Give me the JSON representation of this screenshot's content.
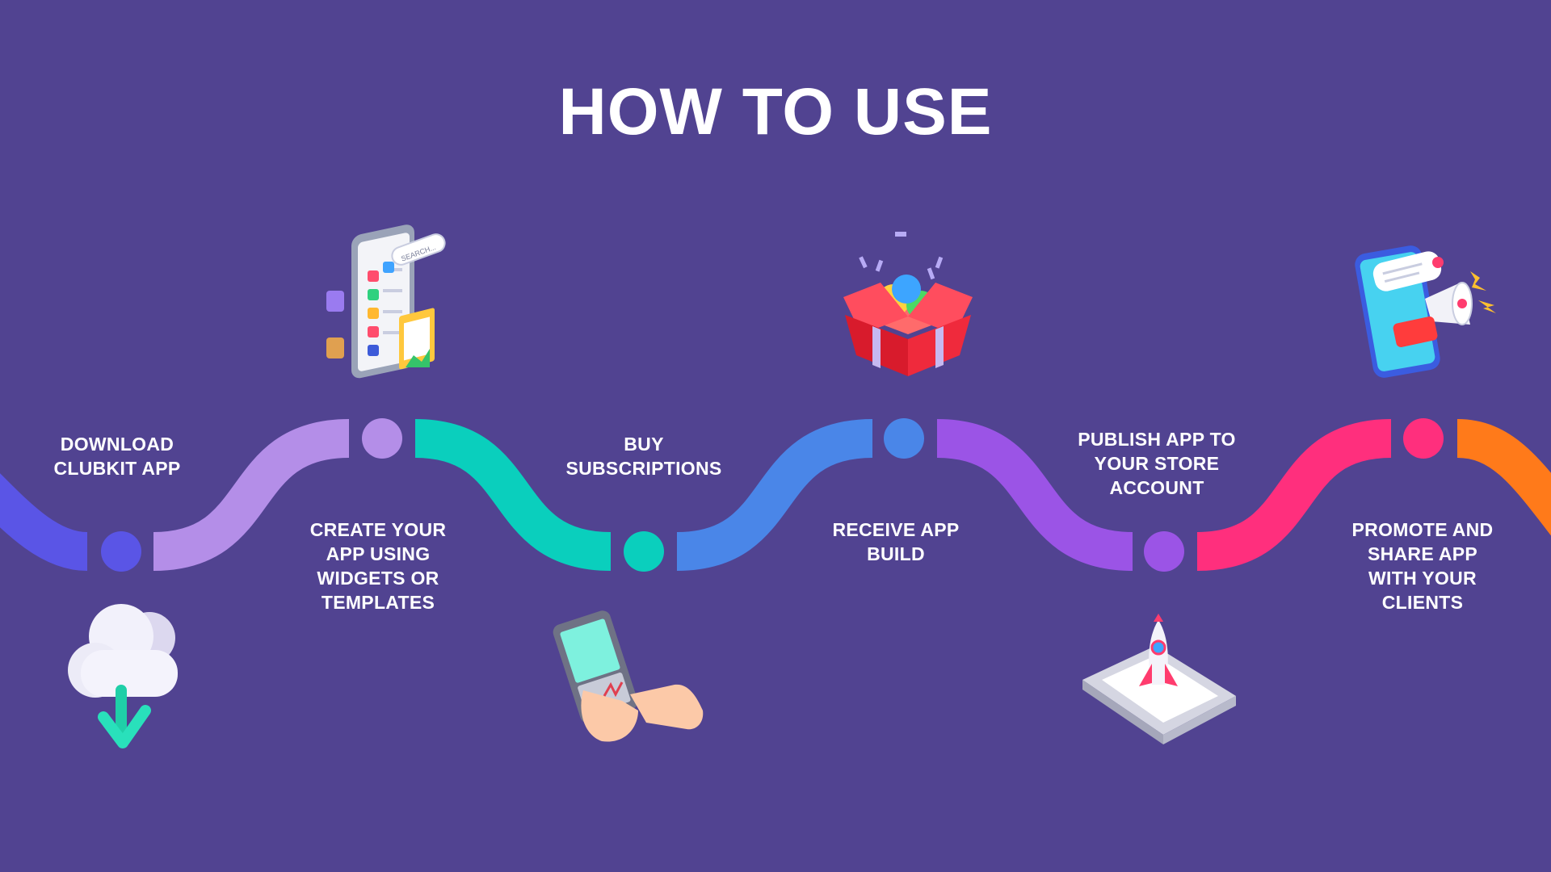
{
  "title": "HOW TO USE",
  "colors": {
    "background": "#514391",
    "step1": "#5a55e6",
    "step2": "#b48ee8",
    "step3": "#0acfbd",
    "step4": "#4a86e8",
    "step5": "#9b54e6",
    "step6": "#ff2f7d",
    "tail": "#ff7a1a"
  },
  "steps": [
    {
      "label_lines": [
        "DOWNLOAD",
        "CLUBKIT APP"
      ],
      "icon": "cloud-download-icon"
    },
    {
      "label_lines": [
        "CREATE YOUR",
        "APP USING",
        "WIDGETS OR",
        "TEMPLATES"
      ],
      "icon": "phone-widgets-icon",
      "search_text": "SEARCH..."
    },
    {
      "label_lines": [
        "BUY",
        "SUBSCRIPTIONS"
      ],
      "icon": "phone-payment-icon"
    },
    {
      "label_lines": [
        "RECEIVE APP",
        "BUILD"
      ],
      "icon": "gift-box-icon"
    },
    {
      "label_lines": [
        "PUBLISH APP TO",
        "YOUR STORE",
        "ACCOUNT"
      ],
      "icon": "rocket-launch-icon"
    },
    {
      "label_lines": [
        "PROMOTE AND",
        "SHARE APP",
        "WITH YOUR",
        "CLIENTS"
      ],
      "icon": "megaphone-phone-icon"
    }
  ]
}
